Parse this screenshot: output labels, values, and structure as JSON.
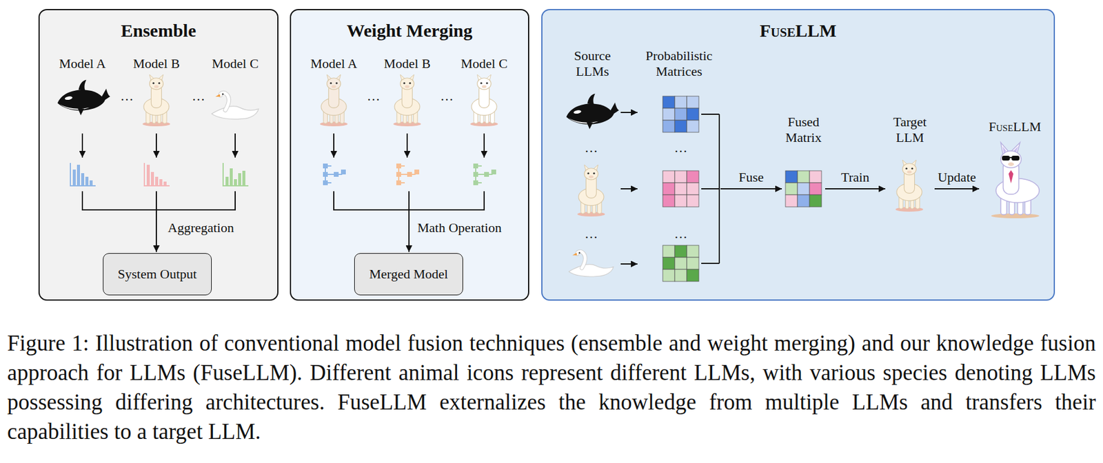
{
  "diagram": {
    "caption": "Figure 1: Illustration of conventional model fusion techniques (ensemble and weight merging) and our knowledge fusion approach for LLMs (FuseLLM). Different animal icons represent different LLMs, with various species denoting LLMs possessing differing architectures. FuseLLM externalizes the knowledge from multiple LLMs and transfers their capabilities to a target LLM.",
    "nodes": [
      {
        "text": [
          "Ensemble"
        ]
      },
      {
        "text": [
          "System Output"
        ],
        "in": 0
      },
      {
        "text": [
          "Weight Merging"
        ]
      },
      {
        "text": [
          "Merged Model"
        ],
        "in": 2
      },
      {
        "text": [
          "FuseLLM"
        ]
      },
      {
        "text": [
          "Source LLMs"
        ],
        "in": 4
      },
      {
        "text": [
          "Probabilistic Matrices"
        ],
        "in": 4
      },
      {
        "text": [
          "Fused Matrix"
        ],
        "in": 4
      },
      {
        "text": [
          "Target LLM"
        ],
        "in": 4
      },
      {
        "text": [
          "FuseLLM"
        ],
        "in": 4
      }
    ],
    "edges": [
      {
        "from": 5,
        "to": 6,
        "arrow": "to"
      },
      {
        "from": 5,
        "to": 6,
        "arrow": "to"
      },
      {
        "from": 5,
        "to": 6,
        "arrow": "to"
      },
      {
        "from": 6,
        "to": 7,
        "label": "Fuse",
        "arrow": "to"
      },
      {
        "from": 7,
        "to": 8,
        "label": "Train",
        "arrow": "to"
      },
      {
        "from": 8,
        "to": 9,
        "label": "Update",
        "arrow": "to"
      }
    ],
    "labels": [
      "Model A",
      "…",
      "Model B",
      "…",
      "Model C",
      "Aggregation",
      "Model A",
      "…",
      "Model B",
      "…",
      "Model C",
      "Math Operation",
      "…",
      "…",
      "…",
      "…"
    ]
  }
}
